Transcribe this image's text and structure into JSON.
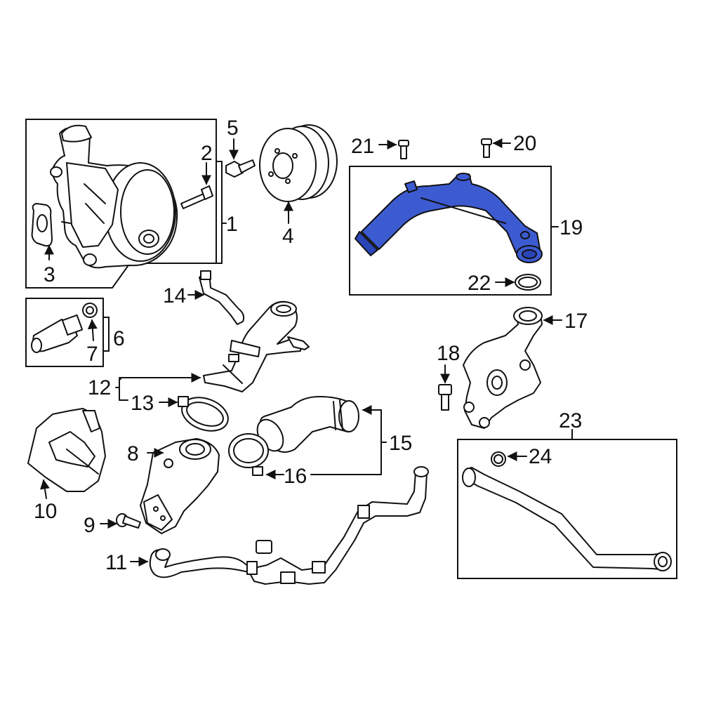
{
  "labels": {
    "p1": "1",
    "p2": "2",
    "p3": "3",
    "p4": "4",
    "p5": "5",
    "p6": "6",
    "p7": "7",
    "p8": "8",
    "p9": "9",
    "p10": "10",
    "p11": "11",
    "p12": "12",
    "p13": "13",
    "p14": "14",
    "p15": "15",
    "p16": "16",
    "p17": "17",
    "p18": "18",
    "p19": "19",
    "p20": "20",
    "p21": "21",
    "p22": "22",
    "p23": "23",
    "p24": "24"
  },
  "colors": {
    "highlight": "#3d5bd1",
    "highlight_dark": "#2a45b8",
    "line": "#111111",
    "background": "#ffffff"
  },
  "highlighted_part": "19"
}
